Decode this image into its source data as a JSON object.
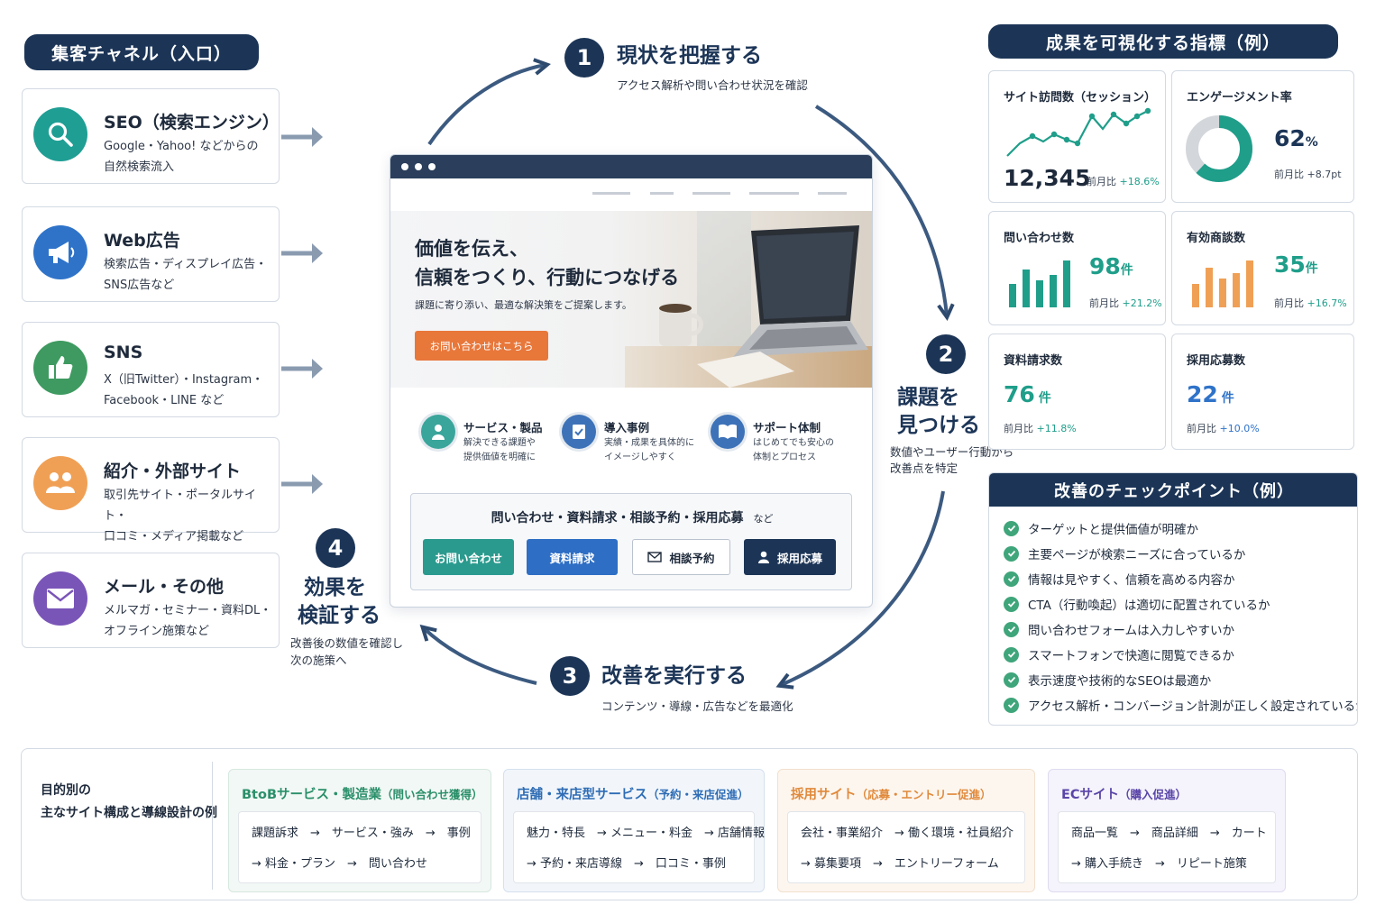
{
  "channels": {
    "title": "集客チャネル（入口）",
    "items": [
      {
        "title": "SEO（検索エンジン）",
        "line1": "Google・Yahoo! などからの",
        "line2": "自然検索流入",
        "icon": "search-icon",
        "color": "#1f9e94"
      },
      {
        "title": "Web広告",
        "line1": "検索広告・ディスプレイ広告・",
        "line2": "SNS広告など",
        "icon": "megaphone-icon",
        "color": "#2f73c9"
      },
      {
        "title": "SNS",
        "line1": "X（旧Twitter）・Instagram・",
        "line2": "Facebook・LINE など",
        "icon": "thumbs-up-icon",
        "color": "#3e9a60"
      },
      {
        "title": "紹介・外部サイト",
        "line1": "取引先サイト・ポータルサイト・",
        "line2": "口コミ・メディア掲載など",
        "icon": "people-icon",
        "color": "#f0a055"
      },
      {
        "title": "メール・その他",
        "line1": "メルマガ・セミナー・資料DL・",
        "line2": "オフライン施策など",
        "icon": "mail-icon",
        "color": "#7a55b8"
      }
    ]
  },
  "cycle": {
    "steps": [
      {
        "num": "1",
        "title": "現状を把握する",
        "desc": "アクセス解析や問い合わせ状況を確認"
      },
      {
        "num": "2",
        "title1": "課題を",
        "title2": "見つける",
        "desc1": "数値やユーザー行動から",
        "desc2": "改善点を特定"
      },
      {
        "num": "3",
        "title": "改善を実行する",
        "desc": "コンテンツ・導線・広告などを最適化"
      },
      {
        "num": "4",
        "title1": "効果を",
        "title2": "検証する",
        "desc1": "改善後の数値を確認し",
        "desc2": "次の施策へ"
      }
    ]
  },
  "site": {
    "hero_line1": "価値を伝え、",
    "hero_line2": "信頼をつくり、行動につなげる",
    "hero_sub": "課題に寄り添い、最適な解決策をご提案します。",
    "hero_button": "お問い合わせはこちら",
    "features": [
      {
        "title": "サービス・製品",
        "d1": "解決できる課題や",
        "d2": "提供価値を明確に",
        "icon": "person-icon",
        "color": "#3aa59b"
      },
      {
        "title": "導入事例",
        "d1": "実績・成果を具体的に",
        "d2": "イメージしやすく",
        "icon": "checklist-icon",
        "color": "#3d72b8"
      },
      {
        "title": "サポート体制",
        "d1": "はじめてでも安心の",
        "d2": "体制とプロセス",
        "icon": "book-icon",
        "color": "#3d72b8"
      }
    ],
    "cta_heading": "問い合わせ・資料請求・相談予約・採用応募",
    "cta_heading_suffix": "など",
    "cta_buttons": [
      "お問い合わせ",
      "資料請求",
      "相談予約",
      "採用応募"
    ]
  },
  "metrics": {
    "title": "成果を可視化する指標（例）",
    "cmp_label": "前月比",
    "sessions": {
      "label": "サイト訪問数（セッション）",
      "value": "12,345",
      "change": "+18.6%"
    },
    "engagement": {
      "label": "エンゲージメント率",
      "value": "62",
      "unit": "%",
      "change": "+8.7pt",
      "percent": 62
    },
    "inquiries": {
      "label": "問い合わせ数",
      "value": "98",
      "unit": "件",
      "change": "+21.2%"
    },
    "deals": {
      "label": "有効商談数",
      "value": "35",
      "unit": "件",
      "change": "+16.7%"
    },
    "docs": {
      "label": "資料請求数",
      "value": "76",
      "unit": "件",
      "change": "+11.8%"
    },
    "applicants": {
      "label": "採用応募数",
      "value": "22",
      "unit": "件",
      "change": "+10.0%"
    },
    "colors": {
      "teal": "#1f9e8a",
      "orange": "#f0a055",
      "blue": "#2f73c9"
    }
  },
  "checklist": {
    "title": "改善のチェックポイント（例）",
    "items": [
      "ターゲットと提供価値が明確か",
      "主要ページが検索ニーズに合っているか",
      "情報は見やすく、信頼を高める内容か",
      "CTA（行動喚起）は適切に配置されているか",
      "問い合わせフォームは入力しやすいか",
      "スマートフォンで快適に閲覧できるか",
      "表示速度や技術的なSEOは最適か",
      "アクセス解析・コンバージョン計測が正しく設定されているか"
    ]
  },
  "purposes": {
    "label1": "目的別の",
    "label2": "主なサイト構成と導線設計の例",
    "items": [
      {
        "title": "BtoBサービス・製造業",
        "sub": "（問い合わせ獲得）",
        "line1": "課題訴求　→　サービス・強み　→　事例",
        "line2": "→ 料金・プラン　→　問い合わせ",
        "color": "#2a8f6a"
      },
      {
        "title": "店舗・来店型サービス",
        "sub": "（予約・来店促進）",
        "line1": "魅力・特長　→ メニュー・料金　→ 店舗情報",
        "line2": "→ 予約・来店導線　→　口コミ・事例",
        "color": "#2f6db5"
      },
      {
        "title": "採用サイト",
        "sub": "（応募・エントリー促進）",
        "line1": "会社・事業紹介　→ 働く環境・社員紹介",
        "line2": "→ 募集要項　→　エントリーフォーム",
        "color": "#e08a3c"
      },
      {
        "title": "ECサイト",
        "sub": "（購入促進）",
        "line1": "商品一覧　→　商品詳細　→　カート",
        "line2": "→ 購入手続き　→　リピート施策",
        "color": "#5a45a8"
      }
    ]
  }
}
